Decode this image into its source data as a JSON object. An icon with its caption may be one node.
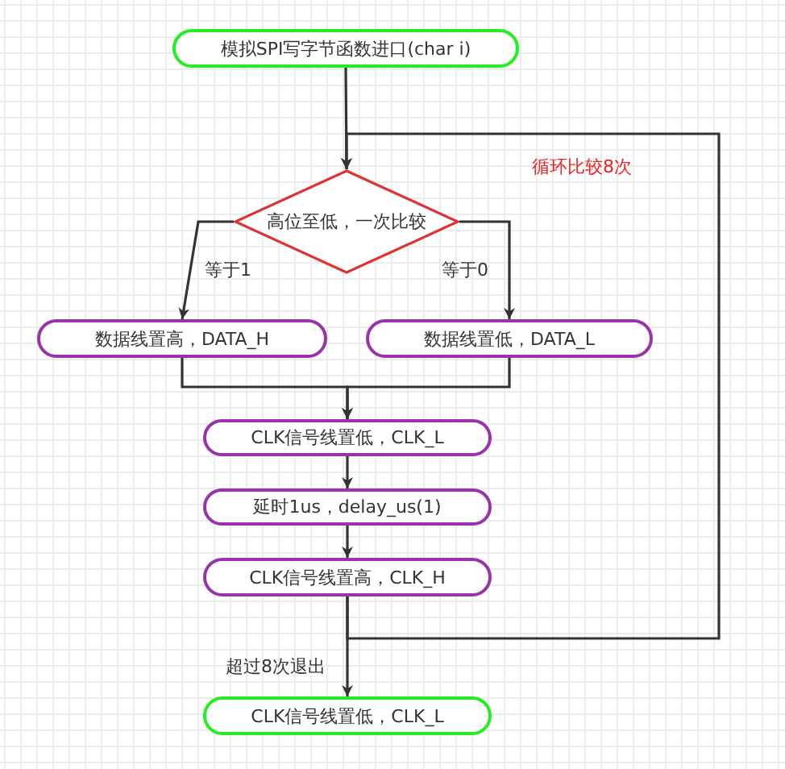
{
  "diagram": {
    "nodes": [
      {
        "text": [
          "模拟SPI写字节函数进口(char i)"
        ]
      },
      {
        "text": [
          "高位至低，一次比较"
        ]
      },
      {
        "text": [
          "数据线置高，DATA_H"
        ]
      },
      {
        "text": [
          "数据线置低，DATA_L"
        ]
      },
      {
        "text": [
          "CLK信号线置低，CLK_L"
        ]
      },
      {
        "text": [
          "延时1us，delay_us(1)"
        ]
      },
      {
        "text": [
          "CLK信号线置高，CLK_H"
        ]
      },
      {
        "text": [
          "CLK信号线置低，CLK_L"
        ]
      }
    ],
    "edges": [
      {
        "from": 0,
        "to": 1,
        "arrow": "to"
      },
      {
        "from": 1,
        "to": 2,
        "arrow": "to",
        "label": "等于1"
      },
      {
        "from": 1,
        "to": 3,
        "arrow": "to",
        "label": "等于0"
      },
      {
        "from": 2,
        "to": 4,
        "arrow": "to"
      },
      {
        "from": 3,
        "to": 4,
        "arrow": "to"
      },
      {
        "from": 4,
        "to": 5,
        "arrow": "to"
      },
      {
        "from": 5,
        "to": 6,
        "arrow": "to"
      },
      {
        "from": 6,
        "to": 1,
        "arrow": "to",
        "label": "循环比较8次"
      },
      {
        "from": 6,
        "to": 7,
        "arrow": "to",
        "label": "超过8次退出"
      }
    ]
  }
}
